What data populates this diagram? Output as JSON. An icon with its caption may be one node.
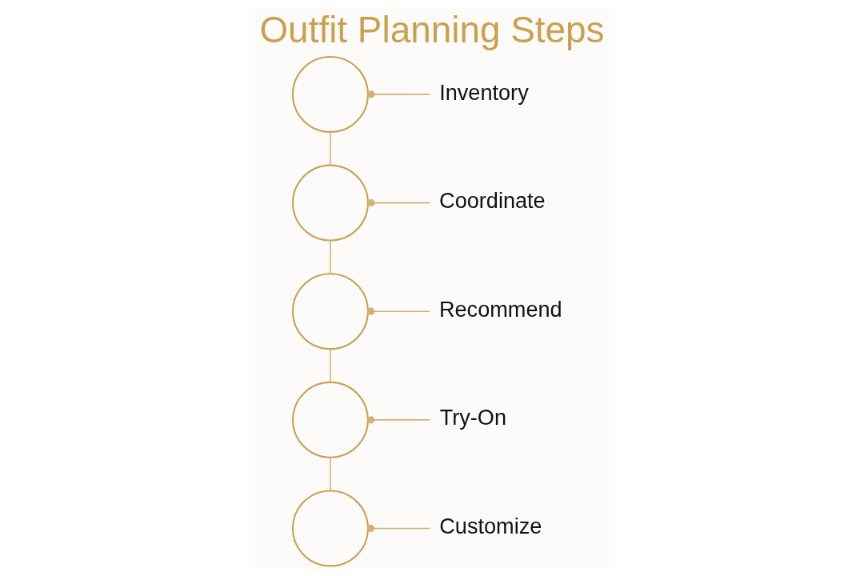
{
  "diagram": {
    "title": "Outfit Planning Steps",
    "nodes": [
      {
        "text": [],
        "shape": "circle"
      },
      {
        "text": [
          "Inventory"
        ]
      },
      {
        "text": [],
        "shape": "circle"
      },
      {
        "text": [
          "Coordinate"
        ]
      },
      {
        "text": [],
        "shape": "circle"
      },
      {
        "text": [
          "Recommend"
        ]
      },
      {
        "text": [],
        "shape": "circle"
      },
      {
        "text": [
          "Try-On"
        ]
      },
      {
        "text": [],
        "shape": "circle"
      },
      {
        "text": [
          "Customize"
        ]
      }
    ],
    "edges": [
      {
        "from": 0,
        "to": 1,
        "arrow": "other"
      },
      {
        "from": 0,
        "to": 2,
        "arrow": "none"
      },
      {
        "from": 2,
        "to": 3,
        "arrow": "other"
      },
      {
        "from": 2,
        "to": 4,
        "arrow": "none"
      },
      {
        "from": 4,
        "to": 5,
        "arrow": "other"
      },
      {
        "from": 4,
        "to": 6,
        "arrow": "none"
      },
      {
        "from": 6,
        "to": 7,
        "arrow": "other"
      },
      {
        "from": 6,
        "to": 8,
        "arrow": "none"
      },
      {
        "from": 8,
        "to": 9,
        "arrow": "other"
      }
    ]
  }
}
